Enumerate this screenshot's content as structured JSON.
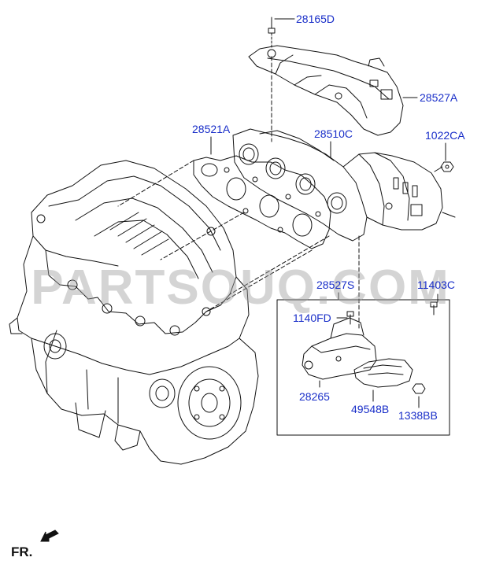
{
  "parts": {
    "bolt_top": "28165D",
    "heat_protector_upper": "28527A",
    "gasket": "28521A",
    "manifold": "28510C",
    "nut_right": "1022CA",
    "heat_protector_lower": "28527S",
    "bolt_right": "11403C",
    "bolt_left": "1140FD",
    "bracket": "28265",
    "protector_small": "49548B",
    "nut_small": "1338BB"
  },
  "orientation": {
    "label": "FR."
  },
  "watermark": {
    "text": "PARTSOUQ.COM"
  },
  "colors": {
    "callout_text": "#1a2fc9",
    "line": "#111111",
    "watermark": "#a0a0a0"
  }
}
